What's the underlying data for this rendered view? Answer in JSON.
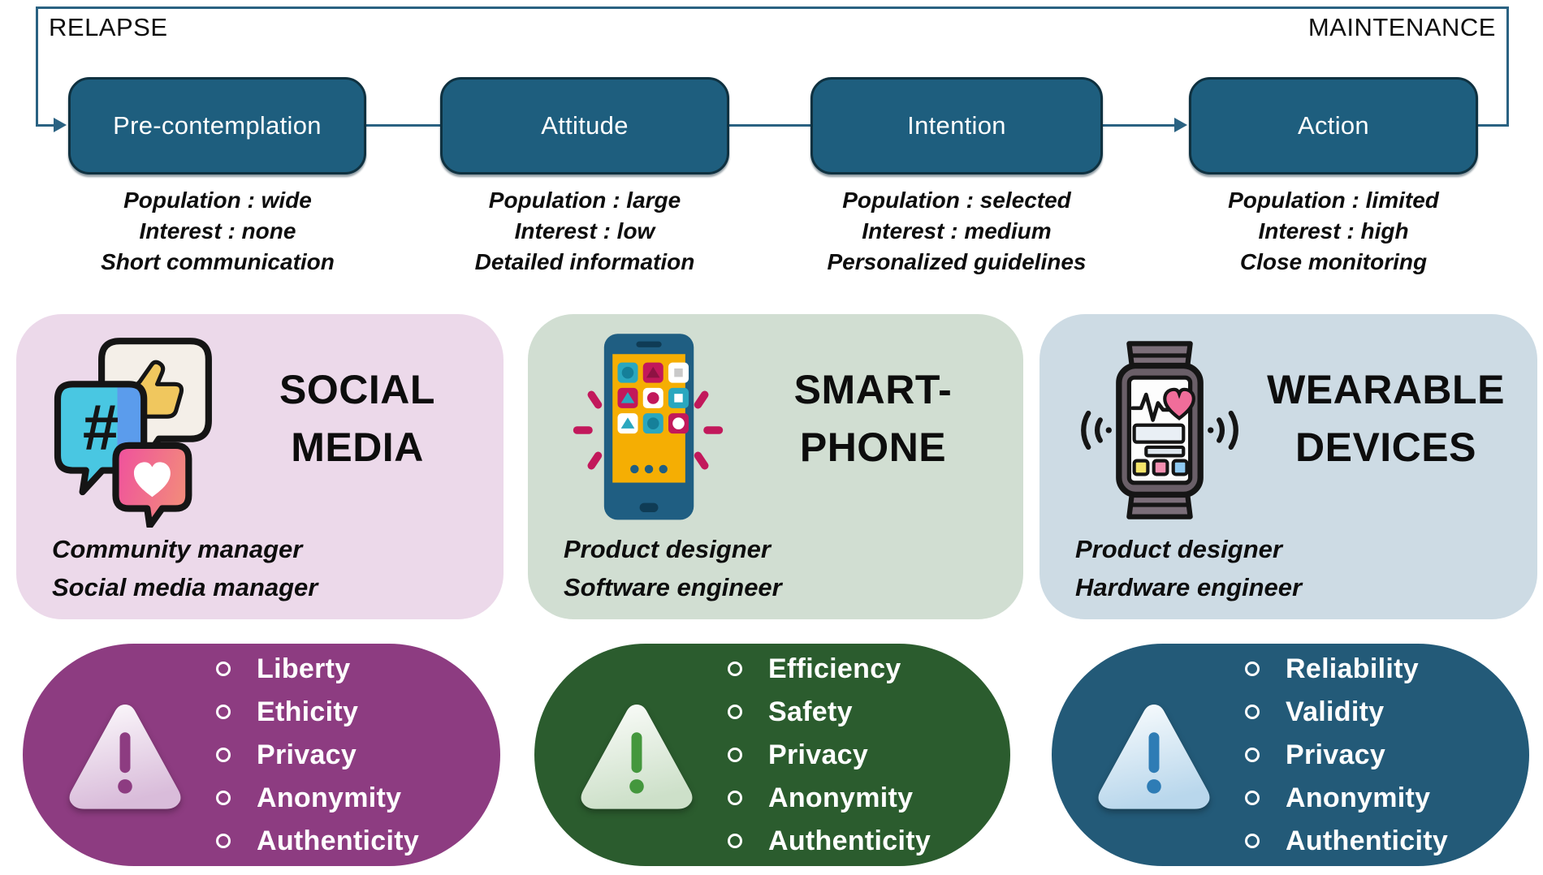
{
  "loop": {
    "relapse_label": "RELAPSE",
    "maintenance_label": "MAINTENANCE"
  },
  "stages": [
    {
      "label": "Pre-contemplation",
      "lines": [
        "Population : wide",
        "Interest : none",
        "Short communication"
      ]
    },
    {
      "label": "Attitude",
      "lines": [
        "Population : large",
        "Interest : low",
        "Detailed information"
      ]
    },
    {
      "label": "Intention",
      "lines": [
        "Population : selected",
        "Interest : medium",
        "Personalized guidelines"
      ]
    },
    {
      "label": "Action",
      "lines": [
        "Population : limited",
        "Interest : high",
        "Close monitoring"
      ]
    }
  ],
  "channels": [
    {
      "title": [
        "SOCIAL",
        "MEDIA"
      ],
      "roles": [
        "Community manager",
        "Social media manager"
      ],
      "icon": "social-media-icon",
      "bg": "#ecd9ea"
    },
    {
      "title": [
        "SMART-",
        "PHONE"
      ],
      "roles": [
        "Product designer",
        "Software engineer"
      ],
      "icon": "smartphone-icon",
      "bg": "#d1ded2"
    },
    {
      "title": [
        "WEARABLE",
        "DEVICES"
      ],
      "roles": [
        "Product designer",
        "Hardware engineer"
      ],
      "icon": "smartwatch-icon",
      "bg": "#cddbe4"
    }
  ],
  "concerns": [
    {
      "bg": "#8d3c81",
      "accent": "#8d3c81",
      "items": [
        "Liberty",
        "Ethicity",
        "Privacy",
        "Anonymity",
        "Authenticity"
      ]
    },
    {
      "bg": "#2b5c2e",
      "accent": "#44973d",
      "items": [
        "Efficiency",
        "Safety",
        "Privacy",
        "Anonymity",
        "Authenticity"
      ]
    },
    {
      "bg": "#235a78",
      "accent": "#2e7cb5",
      "items": [
        "Reliability",
        "Validity",
        "Privacy",
        "Anonymity",
        "Authenticity"
      ]
    }
  ],
  "colors": {
    "stage_box": "#1e5e7e",
    "stage_border": "#0f3140",
    "loop_line": "#2a6282",
    "text": "#0d0d0d"
  }
}
